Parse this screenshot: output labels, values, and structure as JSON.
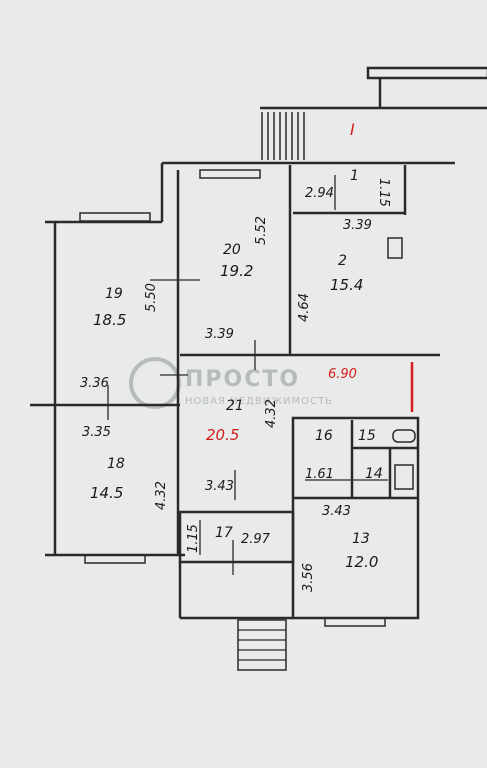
{
  "plan": {
    "entrance_mark": "I",
    "colors": {
      "wall": "#2a2a2a",
      "paper": "#e9ebea",
      "accent": "#d21e1e",
      "watermark": "#b8bbbc"
    },
    "rooms": [
      {
        "number": "1"
      },
      {
        "number": "2",
        "area": "15.4"
      },
      {
        "number": "13",
        "area": "12.0"
      },
      {
        "number": "14"
      },
      {
        "number": "15"
      },
      {
        "number": "16"
      },
      {
        "number": "17"
      },
      {
        "number": "18",
        "area": "14.5"
      },
      {
        "number": "19",
        "area": "18.5"
      },
      {
        "number": "20",
        "area": "19.2"
      },
      {
        "number": "21",
        "area": "20.5"
      }
    ],
    "dimensions": [
      "2.94",
      "1.15",
      "3.39",
      "5.52",
      "4.64",
      "5.50",
      "3.39",
      "6.90",
      "3.36",
      "3.35",
      "4.32",
      "4.32",
      "3.43",
      "1.61",
      "3.43",
      "3.56",
      "1.15",
      "2.97"
    ]
  },
  "watermark": {
    "brand": "ПРОСТО",
    "tagline": "НОВАЯ НЕДВИЖИМОСТЬ"
  }
}
